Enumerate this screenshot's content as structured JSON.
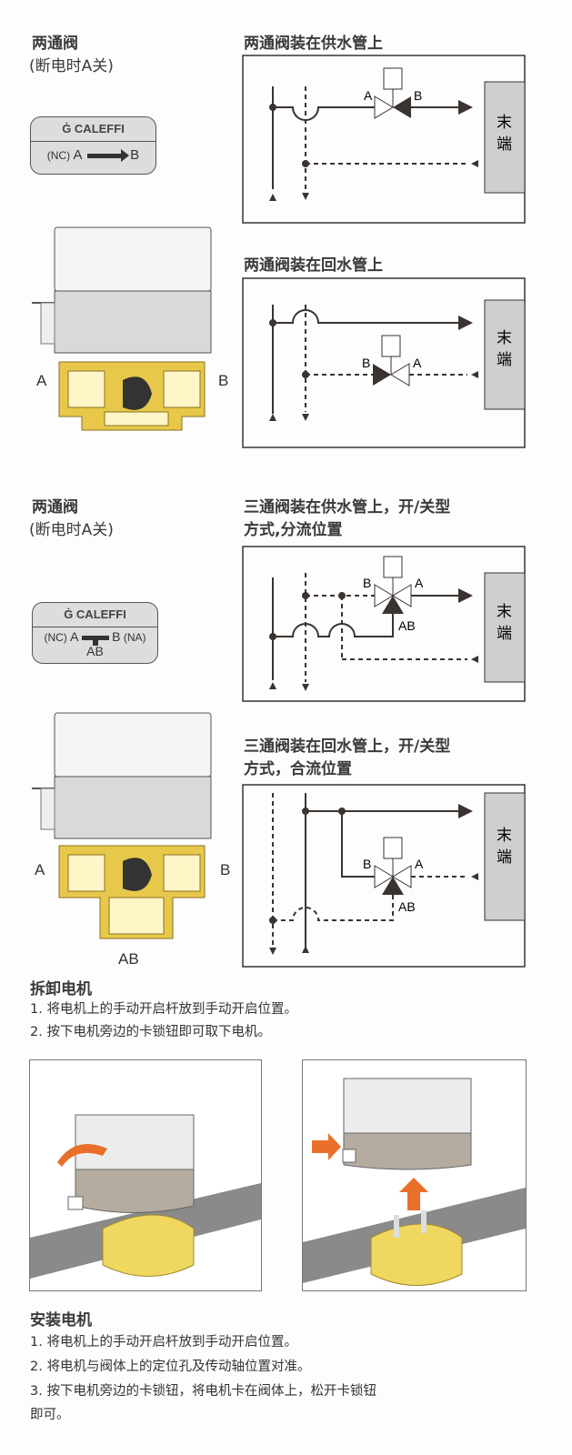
{
  "section1": {
    "left_title": "两通阀",
    "left_subtitle": "(断电时A关)",
    "badge": {
      "brand": "CALEFFI",
      "nc": "(NC)",
      "a": "A",
      "b": "B"
    },
    "actuator_labels": {
      "a": "A",
      "b": "B"
    },
    "diagram_supply": {
      "title": "两通阀装在供水管上",
      "label_a": "A",
      "label_b": "B",
      "terminal_1": "末",
      "terminal_2": "端"
    },
    "diagram_return": {
      "title": "两通阀装在回水管上",
      "label_a": "A",
      "label_b": "B",
      "terminal_1": "末",
      "terminal_2": "端"
    }
  },
  "section2": {
    "left_title": "两通阀",
    "left_subtitle": "(断电时A关)",
    "badge": {
      "brand": "CALEFFI",
      "nc": "(NC)",
      "a": "A",
      "b": "B",
      "na": "(NA)",
      "ab": "AB"
    },
    "actuator_labels": {
      "a": "A",
      "b": "B",
      "ab": "AB"
    },
    "diagram_diverting": {
      "title_1": "三通阀装在供水管上，开/关型",
      "title_2": "方式,分流位置",
      "label_a": "A",
      "label_b": "B",
      "label_ab": "AB",
      "terminal_1": "末",
      "terminal_2": "端"
    },
    "diagram_mixing": {
      "title_1": "三通阀装在回水管上，开/关型",
      "title_2": "方式，合流位置",
      "label_a": "A",
      "label_b": "B",
      "label_ab": "AB",
      "terminal_1": "末",
      "terminal_2": "端"
    }
  },
  "remove_motor": {
    "title": "拆卸电机",
    "steps": [
      "1. 将电机上的手动开启杆放到手动开启位置。",
      "2. 按下电机旁边的卡锁钮即可取下电机。"
    ]
  },
  "install_motor": {
    "title": "安装电机",
    "steps": [
      "1. 将电机上的手动开启杆放到手动开启位置。",
      "2. 将电机与阀体上的定位孔及传动轴位置对准。",
      "3. 按下电机旁边的卡锁钮，将电机卡在阀体上，松开卡锁钮",
      "即可。"
    ]
  },
  "colors": {
    "brass": "#e8c84a",
    "terminal": "#cfcfcf",
    "arrow": "#e8702a",
    "line": "#3a3330"
  }
}
